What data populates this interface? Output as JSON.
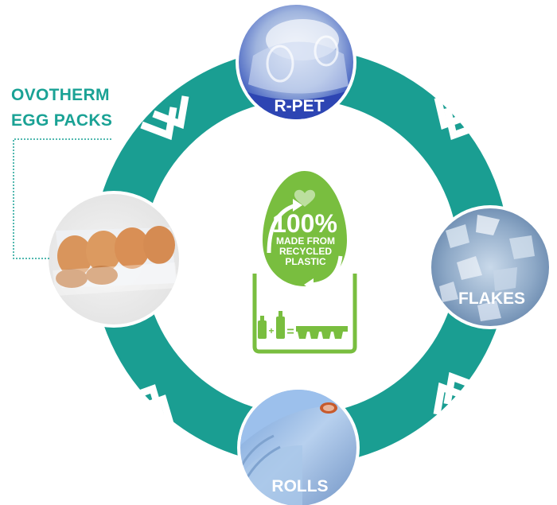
{
  "colors": {
    "ring": "#1a9e92",
    "label_teal": "#1aa295",
    "logo_green": "#79be3f",
    "logo_text": "#ffffff"
  },
  "side_label": {
    "line1": "OVOTHERM",
    "line2": "EGG PACKS"
  },
  "nodes": {
    "top": {
      "label": "R-PET"
    },
    "right": {
      "label": "FLAKES"
    },
    "bottom": {
      "label": "ROLLS"
    },
    "left": {
      "label": ""
    }
  },
  "logo": {
    "percent": "100%",
    "line1": "MADE FROM",
    "line2": "RECYCLED",
    "line3": "PLASTIC",
    "plus": "+",
    "equals": "="
  }
}
